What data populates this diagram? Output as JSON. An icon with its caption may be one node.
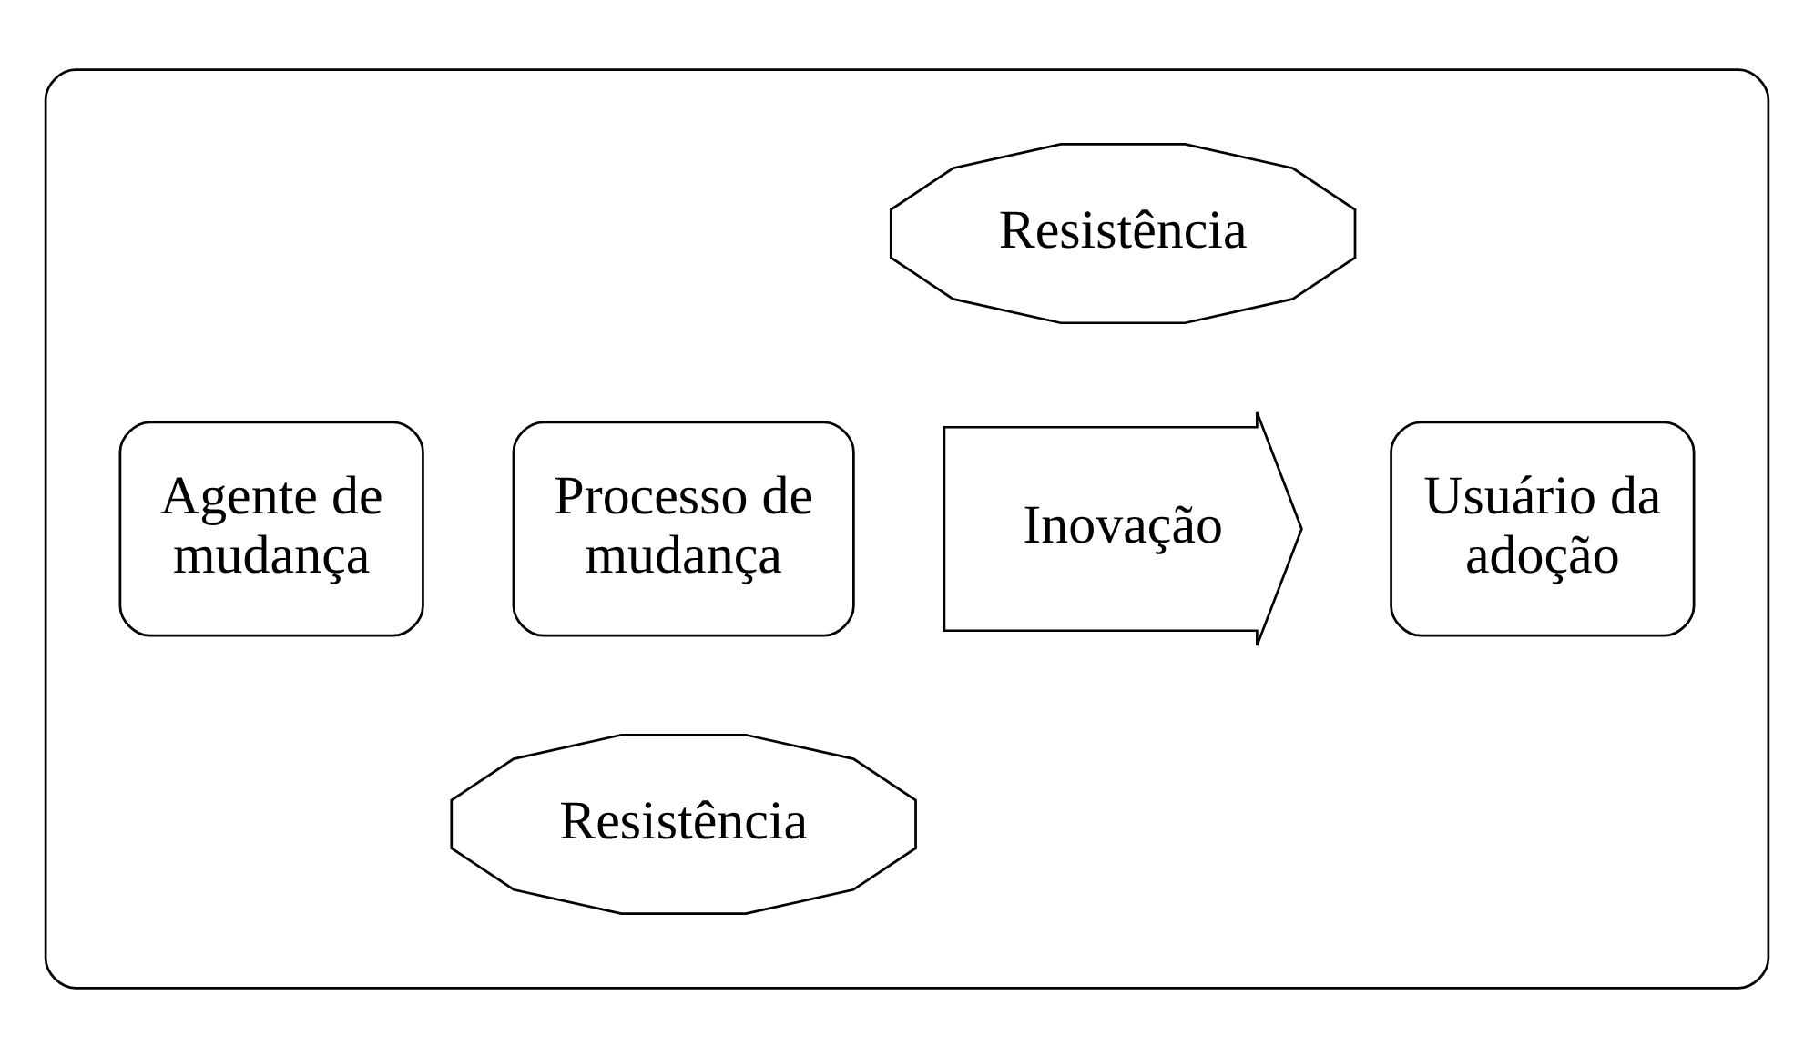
{
  "diagram": {
    "nodes": [
      {
        "text": [],
        "shape": "ellipse"
      },
      {
        "text": [
          "Resistência"
        ],
        "in": 0
      },
      {
        "text": [
          "Agente de mudança"
        ],
        "in": 0
      },
      {
        "text": [
          "Processo de mudança"
        ],
        "in": 0
      },
      {
        "text": [
          "Inovação"
        ],
        "in": 0
      },
      {
        "text": [
          "Usuário da adoção"
        ],
        "in": 0
      },
      {
        "text": [
          "Resistência"
        ],
        "in": 0
      }
    ],
    "edges": []
  }
}
